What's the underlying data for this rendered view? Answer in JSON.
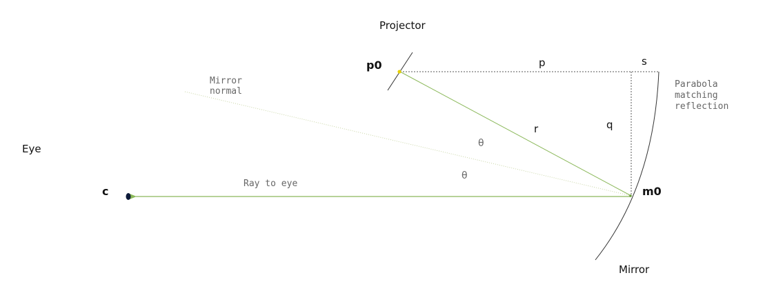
{
  "labels": {
    "projector": "Projector",
    "eye": "Eye",
    "mirror": "Mirror",
    "mirror_normal": [
      "Mirror",
      "normal"
    ],
    "parabola": [
      "Parabola",
      "matching",
      "reflection"
    ],
    "ray_to_eye": "Ray to eye",
    "p": "p",
    "q": "q",
    "r": "r",
    "s": "s",
    "theta_upper": "θ",
    "theta_lower": "θ"
  },
  "points": {
    "p0": "p0",
    "m0": "m0",
    "c": "c"
  },
  "colors": {
    "ray": "#8bb85a",
    "normal": "#c9d6a6",
    "curve": "#333333",
    "dashed": "#555555",
    "p0_point": "#e6d000",
    "c_point": "#0d1a3a"
  }
}
